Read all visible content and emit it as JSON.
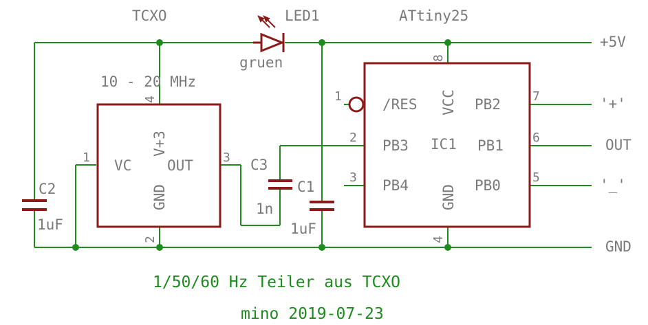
{
  "tcxo": {
    "name": "TCXO",
    "freq": "10 - 20 MHz",
    "pin_vc": "VC",
    "pin_vplus": "V+3",
    "pin_out": "OUT",
    "pin_gnd": "GND",
    "pin1": "1",
    "pin2": "2",
    "pin3": "3",
    "pin4": "4"
  },
  "led": {
    "name": "LED1",
    "value": "gruen"
  },
  "ic": {
    "part": "ATtiny25",
    "name": "IC1",
    "res": "/RES",
    "vcc": "VCC",
    "gnd": "GND",
    "pb0": "PB0",
    "pb1": "PB1",
    "pb2": "PB2",
    "pb3": "PB3",
    "pb4": "PB4",
    "pin1": "1",
    "pin2": "2",
    "pin3": "3",
    "pin4": "4",
    "pin5": "5",
    "pin6": "6",
    "pin7": "7",
    "pin8": "8"
  },
  "caps": {
    "c1_name": "C1",
    "c1_value": "1uF",
    "c2_name": "C2",
    "c2_value": "1uF",
    "c3_name": "C3",
    "c3_value": "1n"
  },
  "nets": {
    "vcc": "+5V",
    "plus": "'+'",
    "out": "OUT",
    "minus": "'_'",
    "gnd": "GND"
  },
  "footer": {
    "title": "1/50/60 Hz Teiler aus TCXO",
    "author": "mino 2019-07-23"
  },
  "colors": {
    "wire": "#1f8a1f",
    "component": "#8b1a1a",
    "text": "#7a7a7a",
    "title": "#1f8a1f"
  }
}
